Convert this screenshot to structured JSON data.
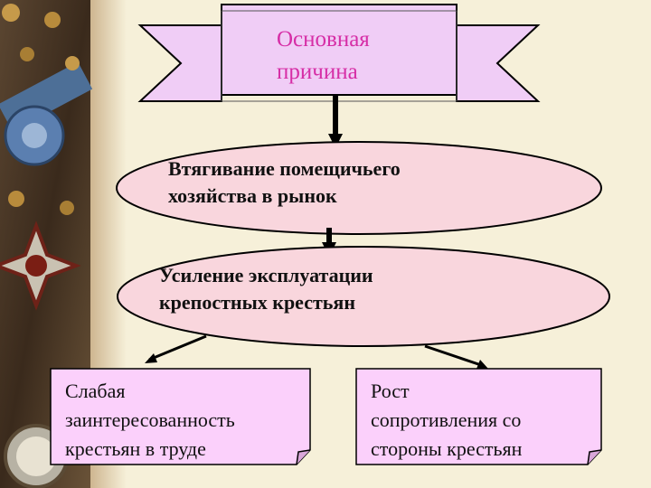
{
  "diagram": {
    "banner": {
      "line1": "Основная",
      "line2": "причина"
    },
    "cause": {
      "line1": "Втягивание помещичьего",
      "line2": "хозяйства в рынок"
    },
    "effect": {
      "line1": "Усиление эксплуатации",
      "line2": "крепостных крестьян"
    },
    "result_left": {
      "line1": "Слабая",
      "line2": "заинтересованность",
      "line3": "крестьян в труде"
    },
    "result_right": {
      "line1": "Рост",
      "line2": "сопротивления со",
      "line3": "стороны крестьян"
    }
  },
  "colors": {
    "banner_fill": "#f0cdf6",
    "banner_text": "#d62ea6",
    "ellipse_fill": "#f9d6dd",
    "note_fill": "#fbd0fb",
    "left_panel": "#3a2a1c",
    "page_bg": "#f6f0d9"
  },
  "decoration": {
    "left_photo": "medals-and-orders-photo"
  }
}
